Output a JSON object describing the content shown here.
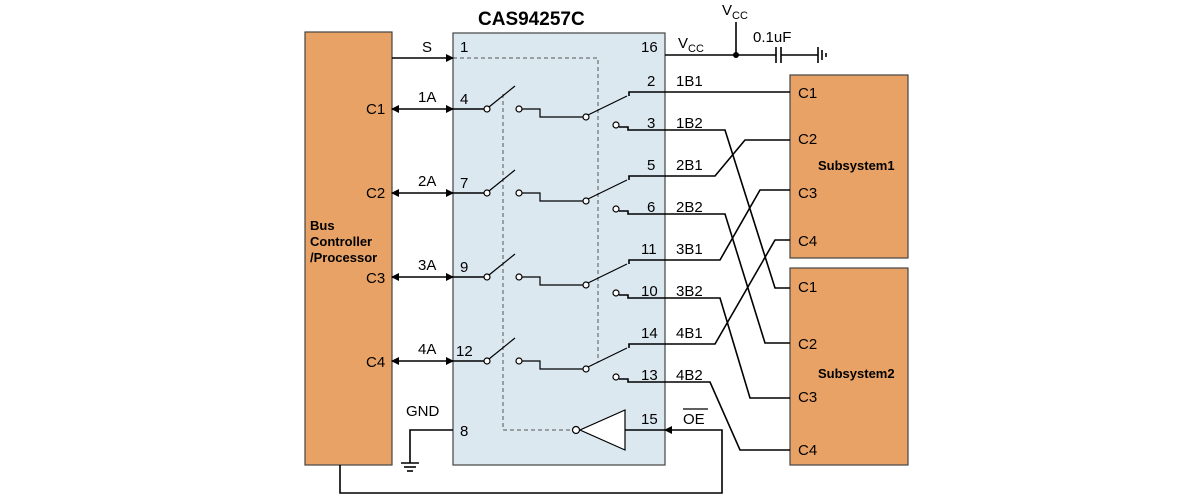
{
  "chip": {
    "name": "CAS94257C"
  },
  "vcc": {
    "base": "V",
    "sub": "CC"
  },
  "capacitor": {
    "label": "0.1uF"
  },
  "controller": {
    "label_lines": [
      "Bus",
      "Controller",
      "/Processor"
    ],
    "ports": [
      "C1",
      "C2",
      "C3",
      "C4"
    ]
  },
  "subsystem1": {
    "label": "Subsystem1",
    "ports": [
      "C1",
      "C2",
      "C3",
      "C4"
    ]
  },
  "subsystem2": {
    "label": "Subsystem2",
    "ports": [
      "C1",
      "C2",
      "C3",
      "C4"
    ]
  },
  "left_signals": {
    "s": "S",
    "a1": "1A",
    "a2": "2A",
    "a3": "3A",
    "a4": "4A",
    "gnd": "GND"
  },
  "left_pins": {
    "s": "1",
    "a1": "4",
    "a2": "7",
    "a3": "9",
    "a4": "12",
    "gnd": "8"
  },
  "right_pins": {
    "vcc": "16",
    "b11": "2",
    "b12": "3",
    "b21": "5",
    "b22": "6",
    "b31": "11",
    "b32": "10",
    "b41": "14",
    "b42": "13",
    "oe": "15"
  },
  "right_signals": {
    "b11": "1B1",
    "b12": "1B2",
    "b21": "2B1",
    "b22": "2B2",
    "b31": "3B1",
    "b32": "3B2",
    "b41": "4B1",
    "b42": "4B2",
    "oe": "OE"
  }
}
